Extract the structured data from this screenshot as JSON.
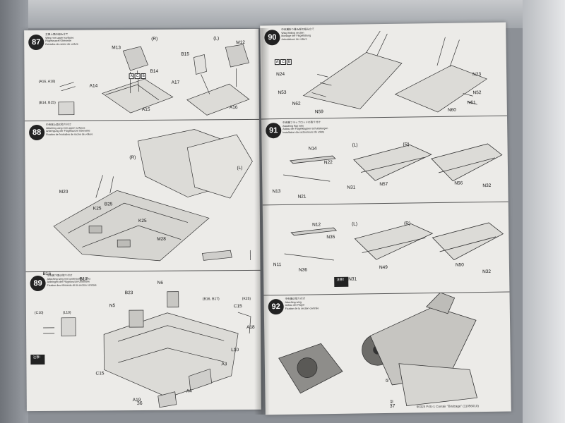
{
  "left_page": {
    "page_number": "36",
    "steps": [
      {
        "number": "87",
        "titles": [
          "主翼上面の組み立て",
          "Wing root upper surfaces",
          "Flügelwurzel Oberseite",
          "Extrados de racine de voilure"
        ],
        "side_labels": [
          "(R)",
          "(L)"
        ],
        "parts": [
          "M13",
          "B14",
          "A14",
          "A15",
          "B15",
          "M12",
          "A17",
          "A16"
        ],
        "inset_labels": [
          "(A16, A18)",
          "(B14, B15)"
        ],
        "box_tags": [
          "A",
          "C",
          "B"
        ]
      },
      {
        "number": "88",
        "titles": [
          "中央翼上面の取り付け",
          "Attaching wing root upper surfaces",
          "Anbringung der Flügelwurzel Oberseite",
          "Fixation de l'extrados de racine de voilure"
        ],
        "side_labels": [
          "(R)",
          "(L)"
        ],
        "parts": [
          "M20",
          "K25",
          "B25",
          "K25",
          "M28",
          "B16",
          "B17"
        ],
        "inset_labels": [
          "(B16, B17)",
          "(K25)"
        ]
      },
      {
        "number": "89",
        "titles": [
          "中央翼下面の取り付け",
          "Attaching wing root undersurface parts",
          "Anbringen der Flügelwurzel-Unterteile",
          "Fixation des éléments de la section centrale"
        ],
        "parts": [
          "B23",
          "N6",
          "N5",
          "C15",
          "A18",
          "L10",
          "C15",
          "A3",
          "A19",
          "A4"
        ],
        "inset_labels": [
          "(C10)",
          "(L10)"
        ],
        "caution_label": "注意！"
      }
    ]
  },
  "right_page": {
    "page_number": "37",
    "footer": "60324 F4U-1 Corsair \"Birdcage\" (11056010)",
    "steps": [
      {
        "number": "90",
        "titles": [
          "中央翼折り畳み部の組み立て",
          "Wing folding section",
          "Montage der Flügelfaltung",
          "Articulations de voilure"
        ],
        "parts": [
          "N24",
          "N53",
          "N62",
          "N59",
          "N23",
          "N52",
          "N61",
          "N60"
        ],
        "box_tags": [
          "A",
          "C",
          "B"
        ]
      },
      {
        "number": "91",
        "titles": [
          "中央翼フラップロッドの取り付け",
          "Attaching flap rods",
          "Anbau der Flügelklappen-Schubstangen",
          "Installation des actionneurs de volets"
        ],
        "side_labels": [
          "(R)",
          "(L)"
        ],
        "parts": [
          "N14",
          "N22",
          "N13",
          "N21",
          "N31",
          "N57",
          "N56",
          "N32"
        ]
      },
      {
        "number": "",
        "titles": [],
        "side_labels": [
          "(R)",
          "(L)"
        ],
        "parts": [
          "N12",
          "N35",
          "N11",
          "N36",
          "N49",
          "N31",
          "N50",
          "N32"
        ],
        "caution_label": "注意！"
      },
      {
        "number": "92",
        "titles": [
          "中央翼の取り付け",
          "Attaching wing",
          "Anbau der Flügel",
          "Fixation de la section centrale"
        ],
        "markers": [
          "①",
          "②"
        ]
      }
    ]
  }
}
